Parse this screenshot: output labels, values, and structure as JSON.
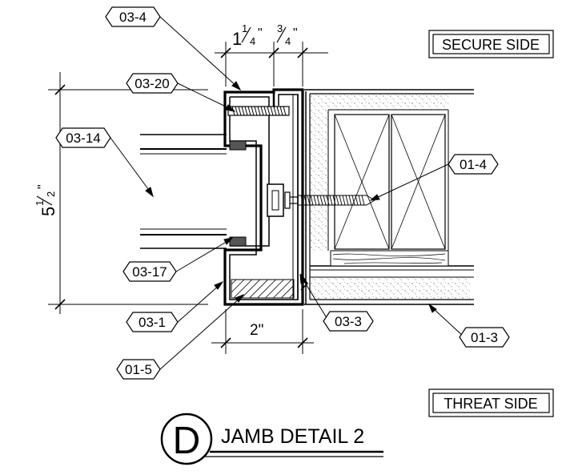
{
  "tags": {
    "t1": "03-4",
    "t2": "03-20",
    "t3": "03-14",
    "t4": "03-17",
    "t5": "03-1",
    "t6": "01-5",
    "t7": "01-4",
    "t8": "03-3",
    "t9": "01-3"
  },
  "dimensions": {
    "width_a": {
      "whole": "1",
      "num": "1",
      "den": "4",
      "unit": "\""
    },
    "width_b": {
      "num": "3",
      "den": "4",
      "unit": "\""
    },
    "height": {
      "whole": "5",
      "num": "1",
      "den": "2",
      "unit": "\""
    },
    "bottom": "2\""
  },
  "boxes": {
    "secure": "SECURE SIDE",
    "threat": "THREAT SIDE"
  },
  "title": {
    "letter": "D",
    "text": "JAMB DETAIL 2"
  }
}
